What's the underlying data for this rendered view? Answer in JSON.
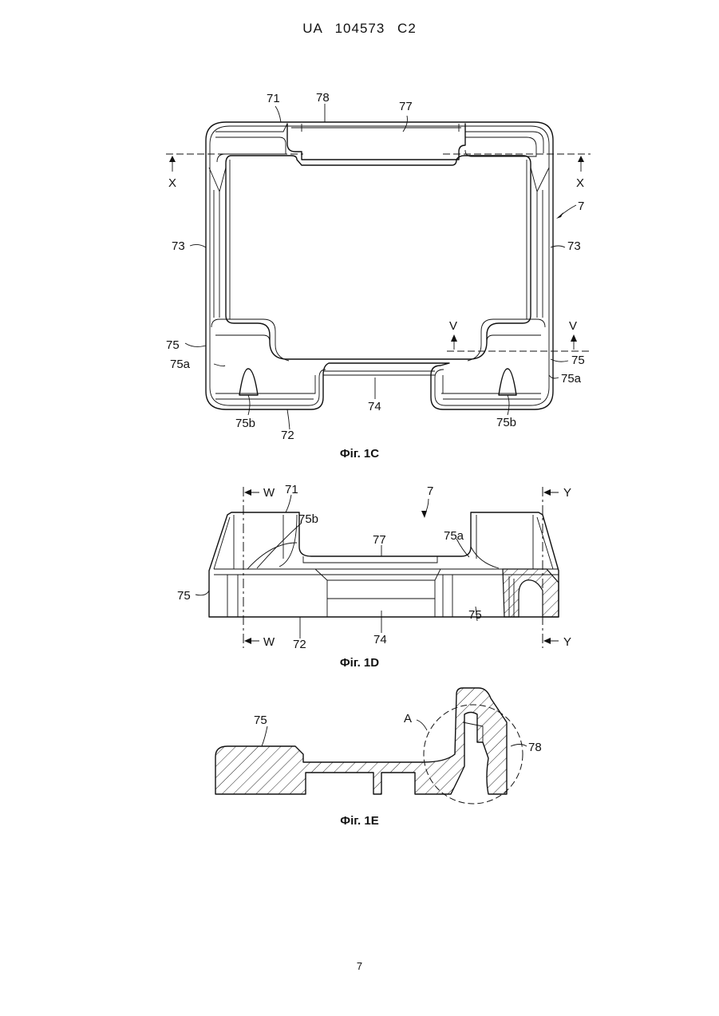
{
  "header": "UA 104573 C2",
  "page_number": "7",
  "figures": {
    "fig1c": {
      "caption": "Фіг. 1C",
      "labels": {
        "l71": "71",
        "l78": "78",
        "l77": "77",
        "x_left": "X",
        "x_right": "X",
        "l7": "7",
        "l73_left": "73",
        "l73_right": "73",
        "v_left": "V",
        "v_right": "V",
        "l75_left": "75",
        "l75_right": "75",
        "l75a_left": "75a",
        "l75a_right": "75a",
        "l75b_left": "75b",
        "l75b_right": "75b",
        "l72": "72",
        "l74": "74"
      }
    },
    "fig1d": {
      "caption": "Фіг. 1D",
      "labels": {
        "w_top": "W",
        "l71": "71",
        "l7": "7",
        "y_top": "Y",
        "l75b": "75b",
        "l77": "77",
        "l75a": "75a",
        "l75_left": "75",
        "l75_right": "75",
        "w_bottom": "W",
        "l72": "72",
        "l74": "74",
        "y_bottom": "Y"
      }
    },
    "fig1e": {
      "caption": "Фіг. 1E",
      "labels": {
        "l75": "75",
        "lA": "A",
        "l78": "78"
      }
    }
  }
}
